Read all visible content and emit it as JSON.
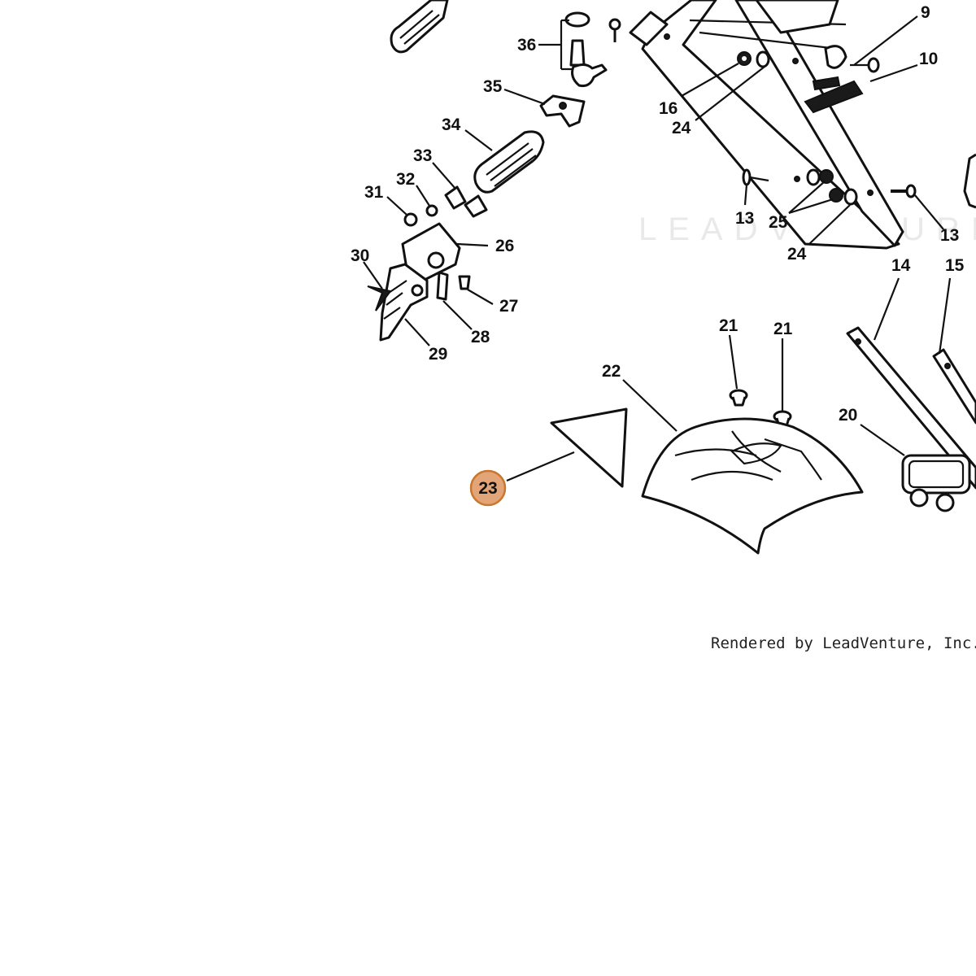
{
  "watermark": "LEADVENTURE",
  "credit": "Rendered by LeadVenture, Inc.",
  "highlight": {
    "part": "23",
    "fill": "#e3a577",
    "stroke": "#c9772e"
  },
  "callouts": [
    "9",
    "10",
    "36",
    "35",
    "34",
    "33",
    "32",
    "31",
    "30",
    "26",
    "27",
    "28",
    "29",
    "16",
    "24",
    "13",
    "25",
    "14",
    "15",
    "21",
    "22",
    "20",
    "23"
  ]
}
